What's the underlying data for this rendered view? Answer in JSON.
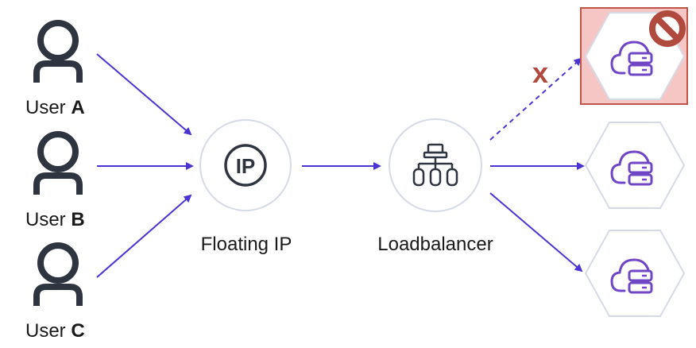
{
  "users": [
    {
      "prefix": "User ",
      "letter": "A"
    },
    {
      "prefix": "User ",
      "letter": "B"
    },
    {
      "prefix": "User ",
      "letter": "C"
    }
  ],
  "nodes": {
    "floating_ip": {
      "label": "Floating IP",
      "icon_text": "IP",
      "icon": "ip-icon"
    },
    "loadbalancer": {
      "label": "Loadbalancer",
      "icon": "network-hierarchy-icon"
    }
  },
  "servers": [
    {
      "icon": "cloud-server-icon",
      "status": "failed"
    },
    {
      "icon": "cloud-server-icon",
      "status": "active"
    },
    {
      "icon": "cloud-server-icon",
      "status": "active"
    }
  ],
  "failed_marker": "x",
  "colors": {
    "arrow": "#4a35d4",
    "user_icon": "#2e3440",
    "circle_stroke": "#d6dae6",
    "server_icon": "#7046c7",
    "failed_bg": "#f5c6c4",
    "failed_border": "#c0534a",
    "forbidden": "#b14a3e"
  }
}
